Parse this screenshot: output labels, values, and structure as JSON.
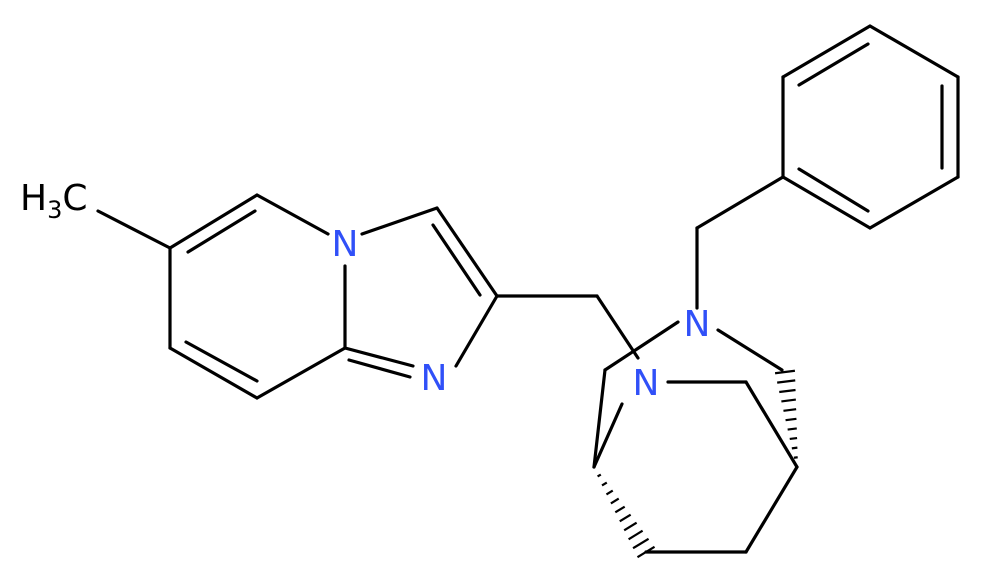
{
  "colors": {
    "bond": "#000000",
    "carbon": "#000000",
    "nitrogen": "#3050F8",
    "background": "#ffffff"
  },
  "atoms": {
    "methyl": {
      "main": "H",
      "sub": "3",
      "tail": "C"
    },
    "n_bridgehead": "N",
    "n_imine": "N",
    "n_benzyl": "N",
    "n_bicyclic": "N"
  }
}
